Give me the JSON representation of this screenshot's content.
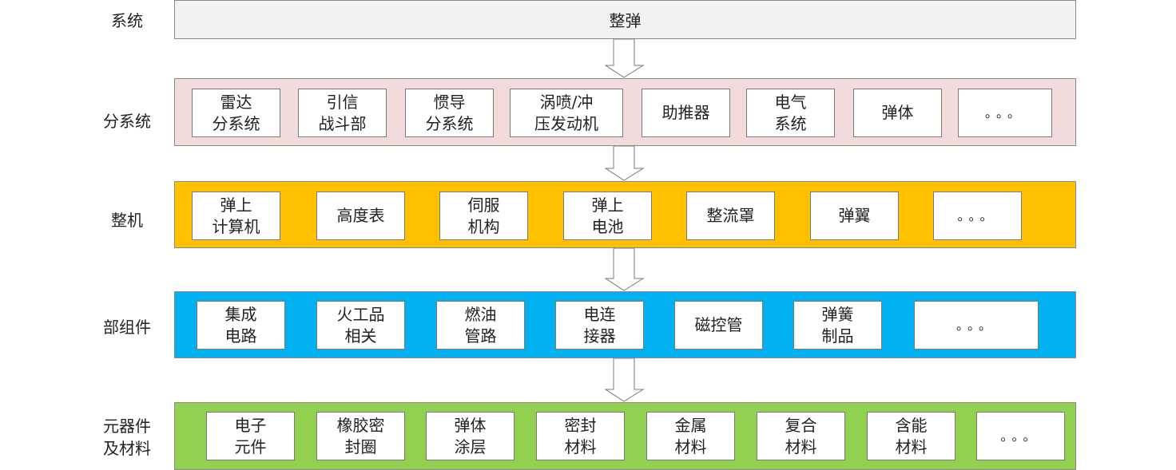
{
  "colors": {
    "system_band": "#f2f2f2",
    "subsystem_band": "#f2dcdb",
    "machine_band": "#ffc000",
    "component_band": "#00b0f0",
    "element_band": "#92d050"
  },
  "levels": {
    "system": {
      "label": "系统",
      "band_text": "整弹"
    },
    "subsystem": {
      "label": "分系统",
      "boxes": [
        "雷达\n分系统",
        "引信\n战斗部",
        "惯导\n分系统",
        "涡喷/冲\n压发动机",
        "助推器",
        "电气\n系统",
        "弹体",
        "。。。"
      ]
    },
    "machine": {
      "label": "整机",
      "boxes": [
        "弹上\n计算机",
        "高度表",
        "伺服\n机构",
        "弹上\n电池",
        "整流罩",
        "弹翼",
        "。。。"
      ]
    },
    "component": {
      "label": "部组件",
      "boxes": [
        "集成\n电路",
        "火工品\n相关",
        "燃油\n管路",
        "电连\n接器",
        "磁控管",
        "弹簧\n制品",
        "。。。"
      ]
    },
    "element": {
      "label": "元器件\n及材料",
      "boxes": [
        "电子\n元件",
        "橡胶密\n封圈",
        "弹体\n涂层",
        "密封\n材料",
        "金属\n材料",
        "复合\n材料",
        "含能\n材料",
        "。。。"
      ]
    }
  },
  "icons": {
    "flow_arrow": "down-arrow-icon"
  }
}
